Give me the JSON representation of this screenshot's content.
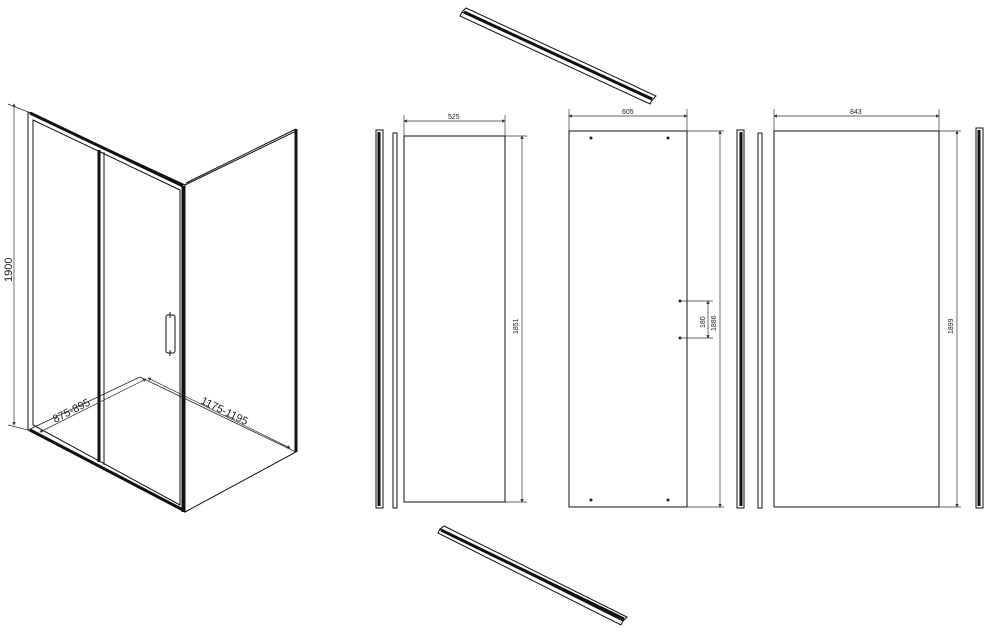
{
  "iso_view": {
    "height_label": "1900",
    "depth_label": "875-895",
    "width_label": "1175-1195"
  },
  "panel_side": {
    "width_label": "525",
    "height_label": "1851"
  },
  "panel_door": {
    "width_label": "605",
    "height_label": "1886",
    "handle_spacing_label": "180"
  },
  "panel_fixed": {
    "width_label": "843",
    "height_label": "1899"
  }
}
